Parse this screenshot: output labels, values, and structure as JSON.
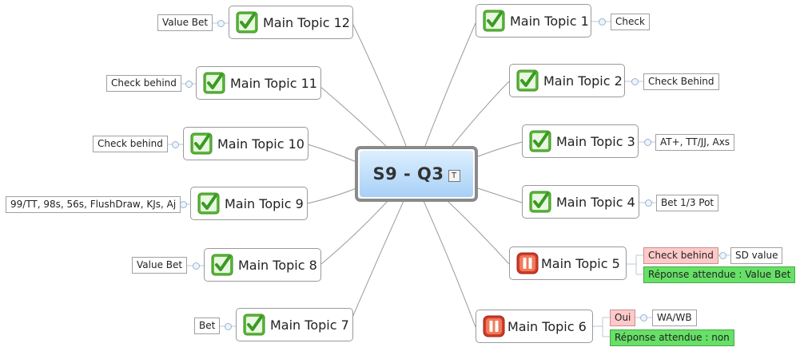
{
  "central": {
    "title": "S9 - Q3",
    "note_icon": "T"
  },
  "topics": [
    {
      "label": "Main Topic 12",
      "icon": "check-icon",
      "subtopics": [
        "Value Bet"
      ]
    },
    {
      "label": "Main Topic 11",
      "icon": "check-icon",
      "subtopics": [
        "Check behind"
      ]
    },
    {
      "label": "Main Topic 10",
      "icon": "check-icon",
      "subtopics": [
        "Check behind"
      ]
    },
    {
      "label": "Main Topic 9",
      "icon": "check-icon",
      "subtopics": [
        "99/TT, 98s, 56s, FlushDraw, KJs, Aj"
      ]
    },
    {
      "label": "Main Topic 8",
      "icon": "check-icon",
      "subtopics": [
        "Value Bet"
      ]
    },
    {
      "label": "Main Topic 7",
      "icon": "check-icon",
      "subtopics": [
        "Bet"
      ]
    },
    {
      "label": "Main Topic 1",
      "icon": "check-icon",
      "subtopics": [
        "Check"
      ]
    },
    {
      "label": "Main Topic 2",
      "icon": "check-icon",
      "subtopics": [
        "Check Behind"
      ]
    },
    {
      "label": "Main Topic 3",
      "icon": "check-icon",
      "subtopics": [
        "AT+, TT/JJ, Axs"
      ]
    },
    {
      "label": "Main Topic 4",
      "icon": "check-icon",
      "subtopics": [
        "Bet 1/3 Pot"
      ]
    },
    {
      "label": "Main Topic 5",
      "icon": "pause-icon",
      "subtopics": [
        "Check behind",
        "SD value",
        "Réponse attendue : Value Bet"
      ]
    },
    {
      "label": "Main Topic 6",
      "icon": "pause-icon",
      "subtopics": [
        "Oui",
        "WA/WB",
        "Réponse attendue : non"
      ]
    }
  ],
  "colors": {
    "central_fill_top": "#dcefff",
    "central_fill_bottom": "#a8d0f6",
    "check_green": "#5cb83a",
    "pause_red": "#d23a2a",
    "wrong_answer_fill": "#ffc9c9",
    "expected_answer_fill": "#66e066"
  }
}
